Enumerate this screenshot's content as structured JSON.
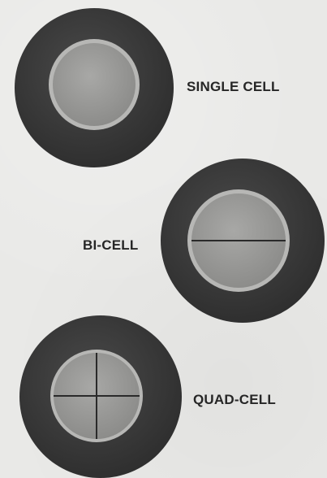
{
  "detectors": [
    {
      "id": "single",
      "label": "SINGLE CELL",
      "segments": 1
    },
    {
      "id": "bi",
      "label": "BI-CELL",
      "segments": 2
    },
    {
      "id": "quad",
      "label": "QUAD-CELL",
      "segments": 4
    }
  ],
  "colors": {
    "background": "#e9e9e7",
    "housing": "#3a3a3a",
    "active_area": "#9a9a98",
    "ring": "#bdbdbb",
    "divider": "#2a2a2a",
    "label": "#262626"
  }
}
